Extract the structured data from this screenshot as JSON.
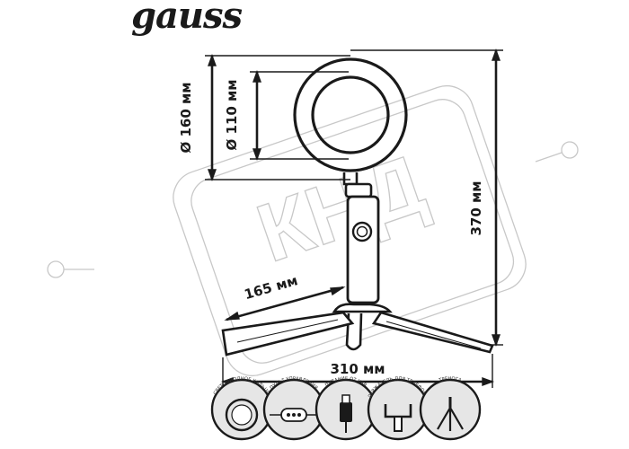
{
  "brand": {
    "name": "gauss"
  },
  "watermark": {
    "text": "КНД"
  },
  "dimensions": {
    "outer_diameter": "Ø 160 мм",
    "inner_diameter": "Ø 110 мм",
    "height": "370 мм",
    "leg_length": "165 мм",
    "base_width": "310 мм"
  },
  "features": [
    {
      "icon": "ring-light-icon",
      "caption": "СВЕТОДИОДНОЕ КОЛЬЦО"
    },
    {
      "icon": "inline-remote-icon",
      "caption": "ПУЛЬТ УПРАВЛЕНИЯ"
    },
    {
      "icon": "usb-cable-icon",
      "caption": "ПИТАНИЕ ОТ USB"
    },
    {
      "icon": "phone-holder-icon",
      "caption": "ДЕРЖАТЕЛЬ ДЛЯ ТЕЛЕФОНА"
    },
    {
      "icon": "tripod-icon",
      "caption": "ТРЕНОГА"
    }
  ],
  "colors": {
    "line": "#1a1a1a",
    "watermark": "#c8c8c8",
    "icon_bg": "#e6e6e6"
  }
}
